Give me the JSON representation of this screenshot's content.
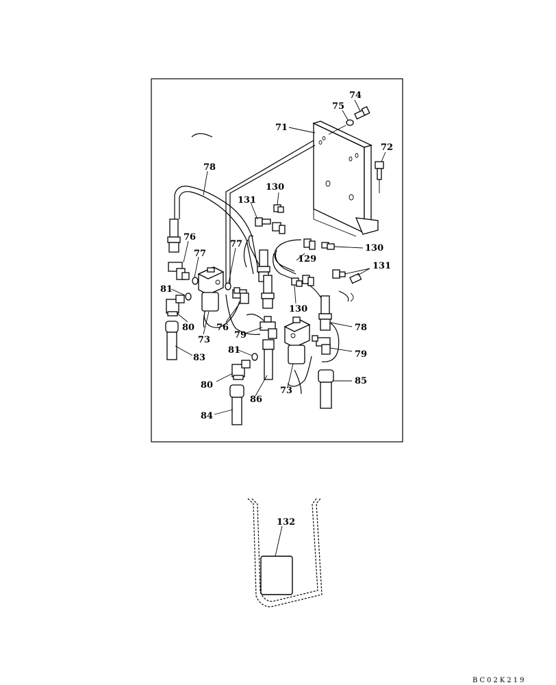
{
  "labels": {
    "l71": "71",
    "l72": "72",
    "l73a": "73",
    "l73b": "73",
    "l74": "74",
    "l75": "75",
    "l76a": "76",
    "l76b": "76",
    "l77a": "77",
    "l77b": "77",
    "l78a": "78",
    "l78b": "78",
    "l79a": "79",
    "l79b": "79",
    "l80a": "80",
    "l80b": "80",
    "l81a": "81",
    "l81b": "81",
    "l83": "83",
    "l84": "84",
    "l85": "85",
    "l86": "86",
    "l129": "129",
    "l130a": "130",
    "l130b": "130",
    "l130c": "130",
    "l131a": "131",
    "l131b": "131",
    "l132": "132"
  },
  "drawing_ref": "BC02K219"
}
